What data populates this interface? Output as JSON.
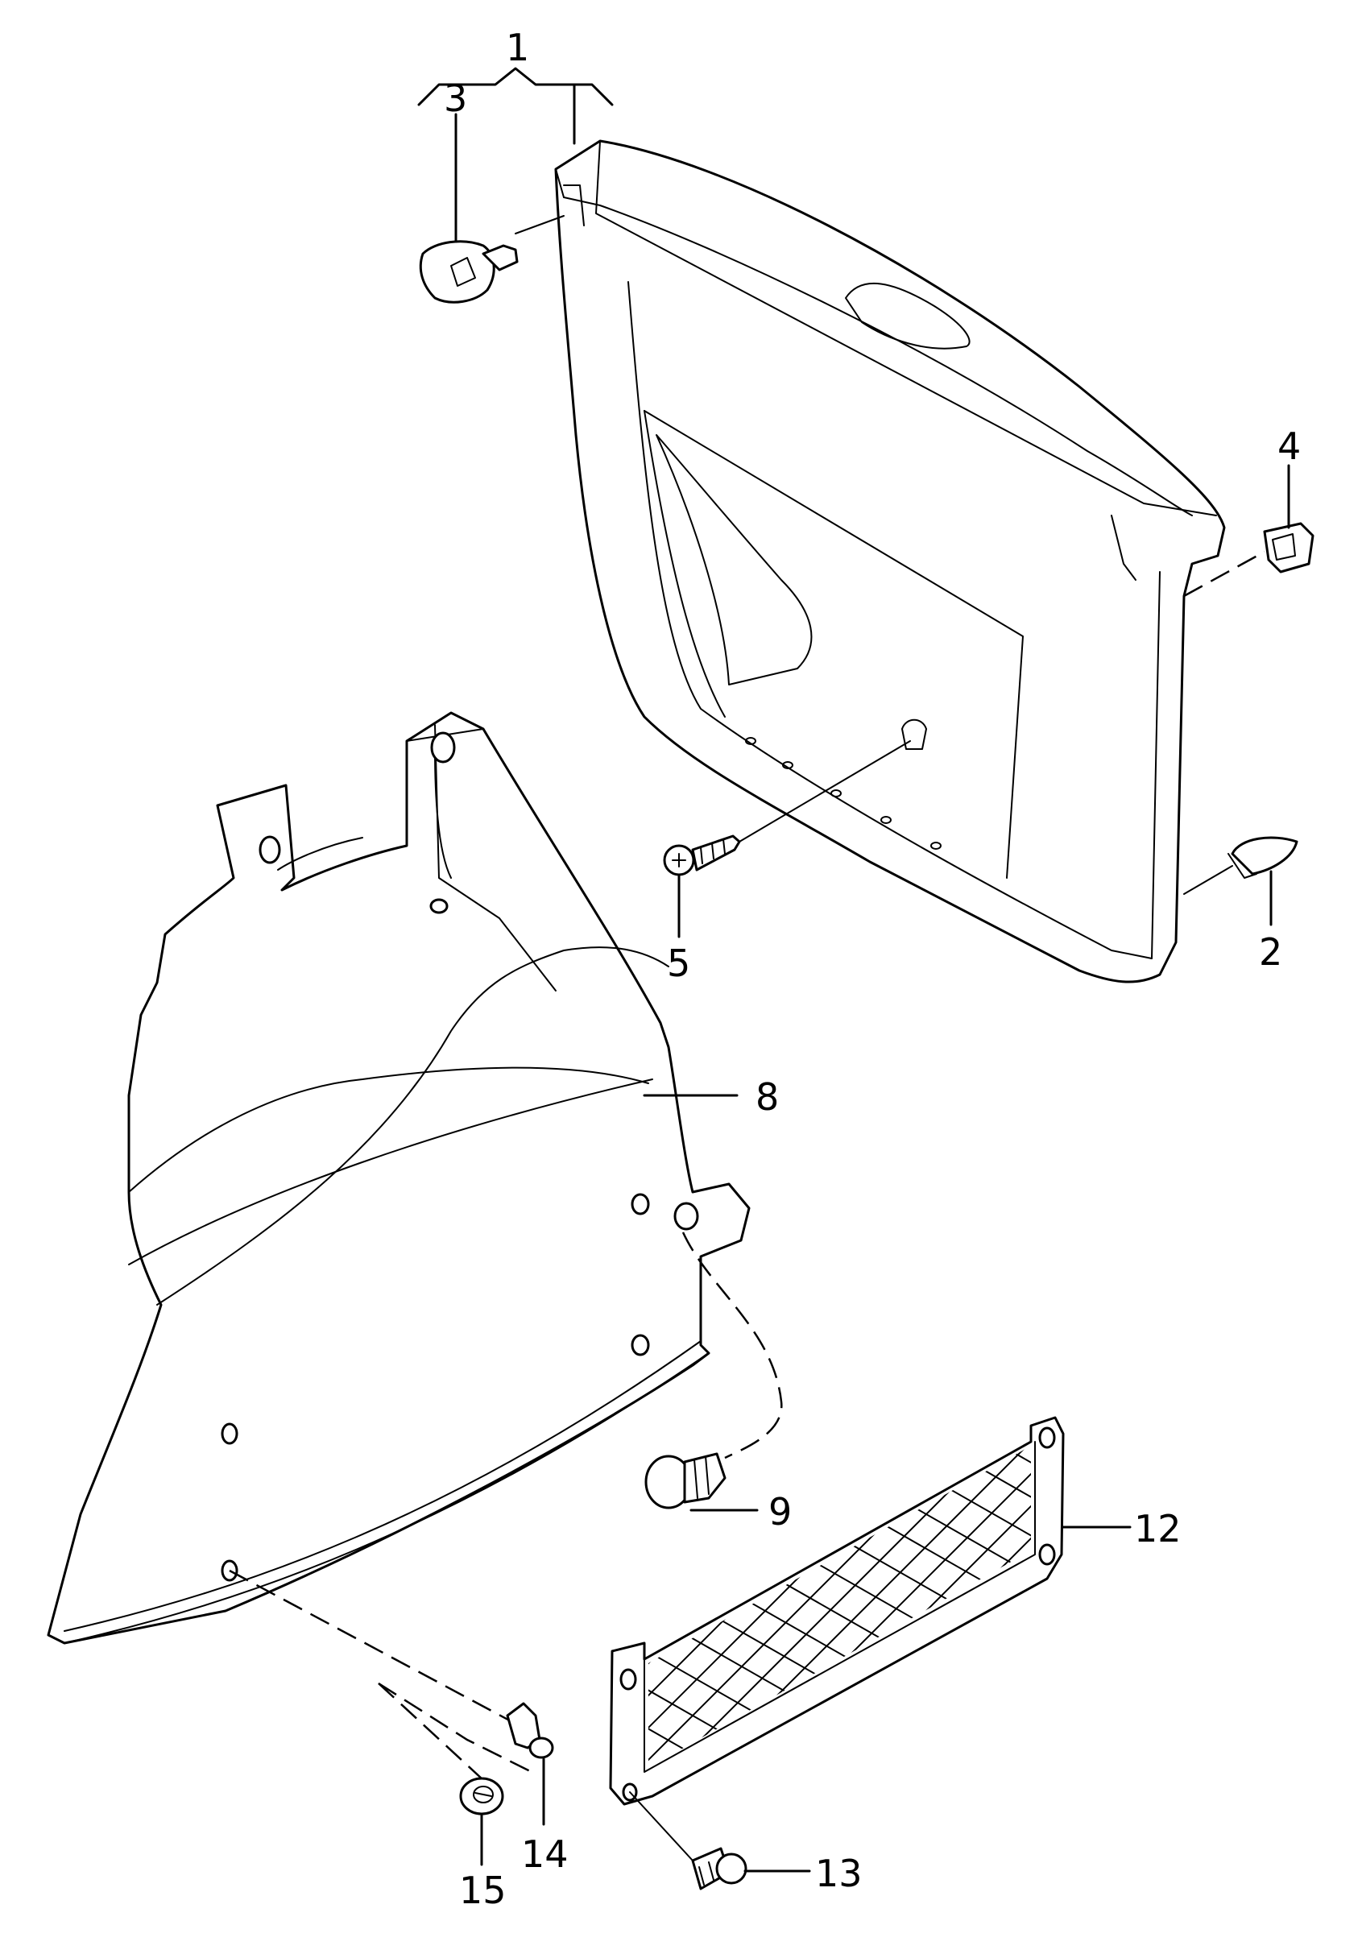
{
  "callouts": [
    {
      "id": "1",
      "text": "1"
    },
    {
      "id": "2",
      "text": "2"
    },
    {
      "id": "3",
      "text": "3"
    },
    {
      "id": "4",
      "text": "4"
    },
    {
      "id": "5",
      "text": "5"
    },
    {
      "id": "8",
      "text": "8"
    },
    {
      "id": "9",
      "text": "9"
    },
    {
      "id": "12",
      "text": "12"
    },
    {
      "id": "13",
      "text": "13"
    },
    {
      "id": "14",
      "text": "14"
    },
    {
      "id": "15",
      "text": "15"
    }
  ]
}
